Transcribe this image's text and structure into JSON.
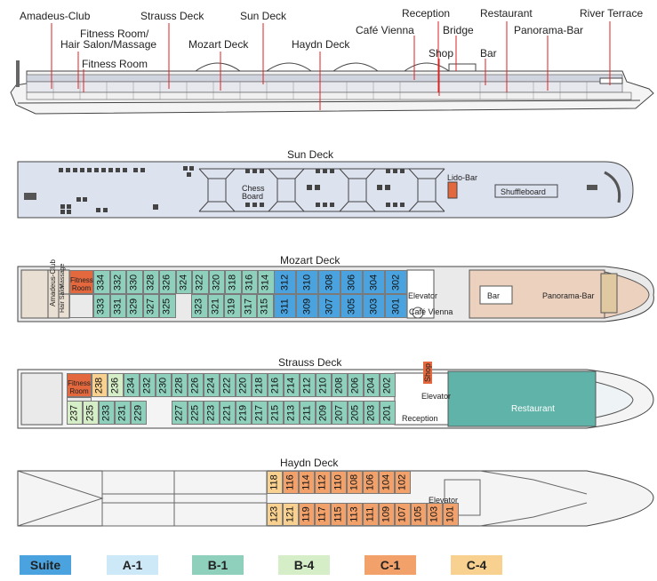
{
  "colors": {
    "suite": "#4aa3df",
    "a1": "#cde8f7",
    "b1": "#8fd0bd",
    "b4": "#d6eec8",
    "c1": "#f2a16b",
    "c4": "#f8d08f",
    "fitness": "#e3683e",
    "panorama": "#ecd1be",
    "restaurant": "#5fb3a8",
    "deck_fill": "#dde2ef"
  },
  "profile": {
    "labels": {
      "amadeus_club": "Amadeus-Club",
      "strauss_deck": "Strauss Deck",
      "sun_deck": "Sun Deck",
      "reception": "Reception",
      "restaurant": "Restaurant",
      "river_terrace": "River Terrace",
      "fitness_hair_1": "Fitness Room/",
      "fitness_hair_2": "Hair Salon/Massage",
      "fitness_room": "Fitness Room",
      "mozart_deck": "Mozart Deck",
      "haydn_deck": "Haydn Deck",
      "cafe_vienna": "Café Vienna",
      "bridge": "Bridge",
      "panorama_bar": "Panorama-Bar",
      "shop": "Shop",
      "bar": "Bar"
    }
  },
  "sun": {
    "title": "Sun Deck",
    "chess_1": "Chess",
    "chess_2": "Board",
    "lido_bar": "Lido-Bar",
    "shuffleboard": "Shuffleboard"
  },
  "mozart": {
    "title": "Mozart Deck",
    "fitness_1": "Fitness",
    "fitness_2": "Room",
    "amadeus_club": "Amadeus-Club",
    "hair_salon": "Hair Salon",
    "massage": "Massage",
    "elevator": "Elevator",
    "bar": "Bar",
    "panorama_bar": "Panorama-Bar",
    "cafe_vienna": "Café Vienna",
    "top_b1": [
      "334",
      "332",
      "330",
      "328",
      "326",
      "324",
      "322",
      "320",
      "318",
      "316",
      "314"
    ],
    "top_suite": [
      "312",
      "310",
      "308",
      "306",
      "304",
      "302"
    ],
    "bot_b1a": [
      "333",
      "331",
      "329",
      "327",
      "325"
    ],
    "bot_b1b": [
      "323",
      "321",
      "319",
      "317",
      "315"
    ],
    "bot_suite": [
      "311",
      "309",
      "307",
      "305",
      "303",
      "301"
    ]
  },
  "strauss": {
    "title": "Strauss Deck",
    "fitness_1": "Fitness",
    "fitness_2": "Room",
    "shop": "Shop",
    "elevator": "Elevator",
    "reception": "Reception",
    "restaurant": "Restaurant",
    "top_c4": [
      "238"
    ],
    "top_b4": [
      "236"
    ],
    "top_b1": [
      "234",
      "232",
      "230",
      "228",
      "226",
      "224",
      "222",
      "220",
      "218",
      "216",
      "214",
      "212",
      "210",
      "208",
      "206",
      "204",
      "202"
    ],
    "bot_b4": [
      "237",
      "235"
    ],
    "bot_b1a": [
      "233",
      "231",
      "229"
    ],
    "bot_b1b": [
      "227",
      "225",
      "223",
      "221",
      "219",
      "217",
      "215",
      "213",
      "211",
      "209",
      "207",
      "205",
      "203",
      "201"
    ]
  },
  "haydn": {
    "title": "Haydn Deck",
    "elevator": "Elevator",
    "top_c4": [
      "118"
    ],
    "top_c1": [
      "116",
      "114",
      "112",
      "110",
      "108",
      "106",
      "104",
      "102"
    ],
    "bot_c4": [
      "123",
      "121"
    ],
    "bot_c1": [
      "119",
      "117",
      "115",
      "113",
      "111",
      "109",
      "107",
      "105",
      "103",
      "101"
    ]
  },
  "legend": [
    {
      "label": "Suite",
      "color": "#4aa3df"
    },
    {
      "label": "A-1",
      "color": "#cde8f7"
    },
    {
      "label": "B-1",
      "color": "#8fd0bd"
    },
    {
      "label": "B-4",
      "color": "#d6eec8"
    },
    {
      "label": "C-1",
      "color": "#f2a16b"
    },
    {
      "label": "C-4",
      "color": "#f8d08f"
    }
  ]
}
